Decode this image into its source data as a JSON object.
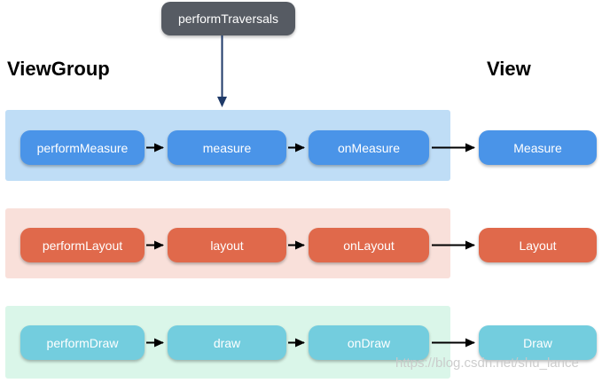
{
  "diagram": {
    "root_label": "performTraversals",
    "headings": {
      "left": "ViewGroup",
      "right": "View"
    },
    "watermark": "https://blog.csdn.net/shu_lance",
    "rows": [
      {
        "id": "measure",
        "steps": [
          "performMeasure",
          "measure",
          "onMeasure"
        ],
        "view_step": "Measure",
        "band_color": "#bfddf6",
        "node_color": "#4a94e8"
      },
      {
        "id": "layout",
        "steps": [
          "performLayout",
          "layout",
          "onLayout"
        ],
        "view_step": "Layout",
        "band_color": "#f9e0da",
        "node_color": "#e0694b"
      },
      {
        "id": "draw",
        "steps": [
          "performDraw",
          "draw",
          "onDraw"
        ],
        "view_step": "Draw",
        "band_color": "#daf6e9",
        "node_color": "#73cdde"
      }
    ],
    "colors": {
      "root_node": "#565b63",
      "root_arrow": "#1f3a68",
      "flow_arrow": "#000000",
      "node_text": "#ffffff",
      "heading_text": "#000000",
      "watermark_text": "#c9c9c9"
    }
  }
}
